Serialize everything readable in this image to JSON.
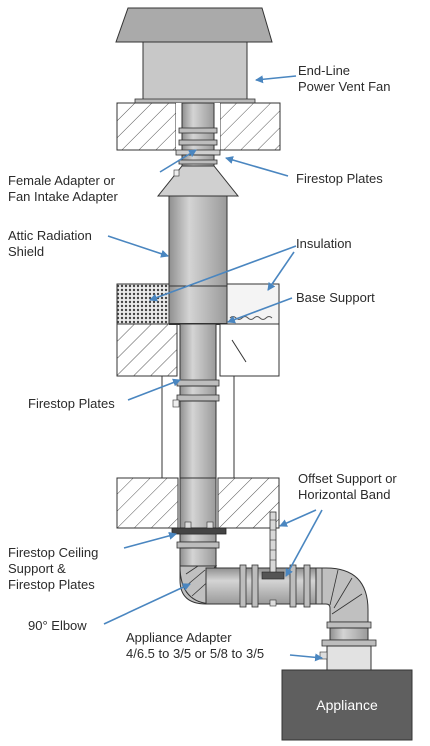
{
  "labels": {
    "fan_line1": "End-Line",
    "fan_line2": "Power Vent Fan",
    "firestop_top": "Firestop Plates",
    "female_line1": "Female Adapter or",
    "female_line2": "Fan Intake Adapter",
    "attic_line1": "Attic Radiation",
    "attic_line2": "Shield",
    "insulation": "Insulation",
    "base_support": "Base Support",
    "firestop_mid": "Firestop Plates",
    "offset_line1": "Offset Support or",
    "offset_line2": "Horizontal Band",
    "ceiling_line1": "Firestop Ceiling",
    "ceiling_line2": "Support &",
    "ceiling_line3": "Firestop Plates",
    "elbow": "90° Elbow",
    "adapter_line1": "Appliance Adapter",
    "adapter_line2": "4/6.5 to 3/5 or 5/8 to 3/5",
    "appliance": "Appliance"
  },
  "colors": {
    "arrow": "#4a86c0",
    "outline": "#333333",
    "pipe": "#b3b3b3",
    "fan_body": "#c8c8c8",
    "fan_cap": "#aaaaaa",
    "appliance": "#5f5f5f"
  }
}
